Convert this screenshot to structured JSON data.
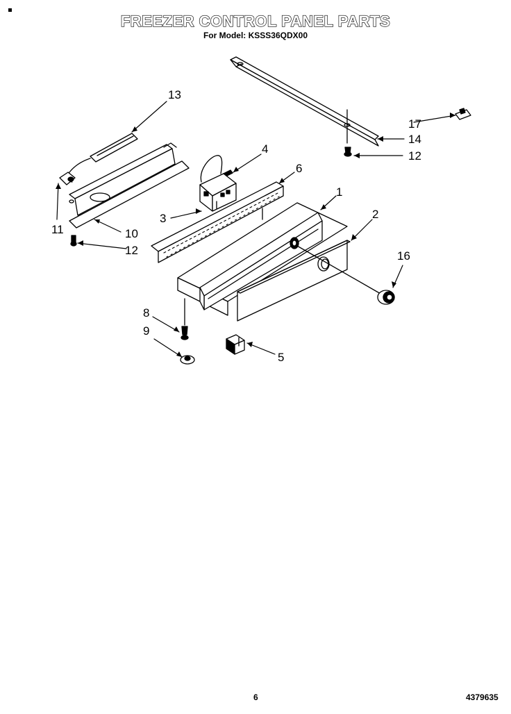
{
  "header": {
    "title": "FREEZER CONTROL PANEL PARTS",
    "subtitle": "For Model: KSSS36QDX00"
  },
  "callouts": {
    "c1": "1",
    "c2": "2",
    "c3": "3",
    "c4": "4",
    "c5": "5",
    "c6": "6",
    "c8": "8",
    "c9": "9",
    "c10": "10",
    "c11": "11",
    "c12a": "12",
    "c12b": "12",
    "c13": "13",
    "c14": "14",
    "c16": "16",
    "c17": "17"
  },
  "footer": {
    "page_number": "6",
    "document_number": "4379635"
  }
}
